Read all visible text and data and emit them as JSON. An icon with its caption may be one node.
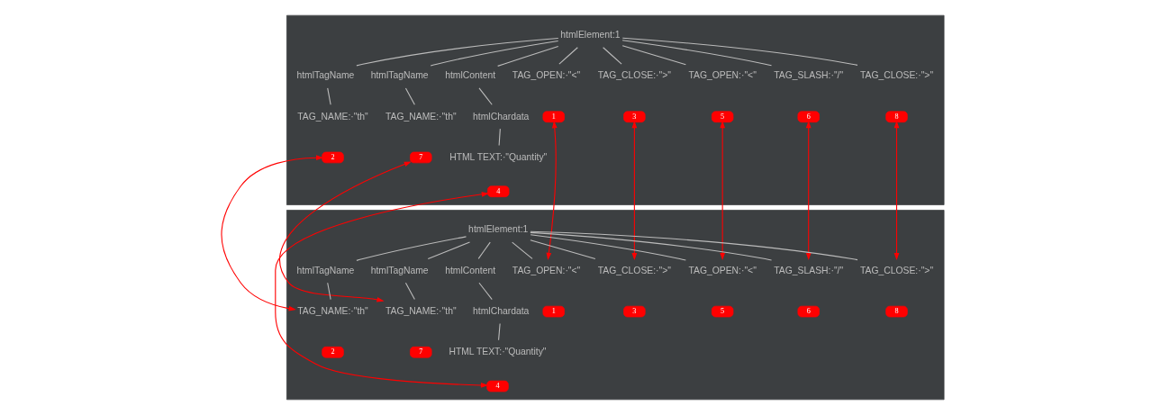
{
  "diagram": {
    "nodes": [
      {
        "text": [],
        "shape": "box"
      },
      {
        "text": [
          "htmlElement:1"
        ],
        "in": 0
      },
      {
        "text": [
          "TAG_OPEN:·\"<\""
        ],
        "in": 0
      },
      {
        "text": [
          "htmlTagName"
        ],
        "in": 0
      },
      {
        "text": [
          "TAG_CLOSE:·\">\""
        ],
        "in": 0
      },
      {
        "text": [
          "htmlContent"
        ],
        "in": 0
      },
      {
        "text": [
          "TAG_OPEN:·\"<\""
        ],
        "in": 0
      },
      {
        "text": [
          "TAG_SLASH:·\"/\""
        ],
        "in": 0
      },
      {
        "text": [
          "htmlTagName"
        ],
        "in": 0
      },
      {
        "text": [
          "TAG_CLOSE:·\">\""
        ],
        "in": 0
      },
      {
        "text": [
          "1"
        ],
        "in": 0
      },
      {
        "text": [
          "TAG_NAME:·\"th\""
        ],
        "in": 0
      },
      {
        "text": [
          "3"
        ],
        "in": 0
      },
      {
        "text": [
          "htmlChardata"
        ],
        "in": 0
      },
      {
        "text": [
          "5"
        ],
        "in": 0
      },
      {
        "text": [
          "6"
        ],
        "in": 0
      },
      {
        "text": [
          "TAG_NAME:·\"th\""
        ],
        "in": 0
      },
      {
        "text": [
          "8"
        ],
        "in": 0
      },
      {
        "text": [
          "2"
        ],
        "in": 0
      },
      {
        "text": [
          "7"
        ],
        "in": 0
      },
      {
        "text": [
          "HTML TEXT:·\"Quantity\""
        ],
        "in": 0
      },
      {
        "text": [
          "4"
        ],
        "in": 0
      },
      {
        "text": [],
        "shape": "box"
      },
      {
        "text": [
          "htmlElement:1"
        ],
        "in": 22
      },
      {
        "text": [
          "TAG_OPEN:·\"<\""
        ],
        "in": 22
      },
      {
        "text": [
          "htmlTagName"
        ],
        "in": 22
      },
      {
        "text": [
          "TAG_CLOSE:·\">\""
        ],
        "in": 22
      },
      {
        "text": [
          "htmlContent"
        ],
        "in": 22
      },
      {
        "text": [
          "TAG_OPEN:·\"<\""
        ],
        "in": 22
      },
      {
        "text": [
          "TAG_SLASH:·\"/\""
        ],
        "in": 22
      },
      {
        "text": [
          "htmlTagName"
        ],
        "in": 22
      },
      {
        "text": [
          "TAG_CLOSE:·\">\""
        ],
        "in": 22
      },
      {
        "text": [
          "1"
        ],
        "in": 22
      },
      {
        "text": [
          "TAG_NAME:·\"th\""
        ],
        "in": 22
      },
      {
        "text": [
          "3"
        ],
        "in": 22
      },
      {
        "text": [
          "htmlChardata"
        ],
        "in": 22
      },
      {
        "text": [
          "5"
        ],
        "in": 22
      },
      {
        "text": [
          "6"
        ],
        "in": 22
      },
      {
        "text": [
          "TAG_NAME:·\"th\""
        ],
        "in": 22
      },
      {
        "text": [
          "8"
        ],
        "in": 22
      },
      {
        "text": [
          "2"
        ],
        "in": 22
      },
      {
        "text": [
          "7"
        ],
        "in": 22
      },
      {
        "text": [
          "HTML TEXT:·\"Quantity\""
        ],
        "in": 22
      },
      {
        "text": [
          "4"
        ],
        "in": 22
      }
    ],
    "edges": [
      {
        "from": 1,
        "to": 2,
        "arrow": "none"
      },
      {
        "from": 1,
        "to": 3,
        "arrow": "none"
      },
      {
        "from": 1,
        "to": 4,
        "arrow": "none"
      },
      {
        "from": 1,
        "to": 5,
        "arrow": "none"
      },
      {
        "from": 1,
        "to": 6,
        "arrow": "none"
      },
      {
        "from": 1,
        "to": 7,
        "arrow": "none"
      },
      {
        "from": 1,
        "to": 8,
        "arrow": "none"
      },
      {
        "from": 1,
        "to": 9,
        "arrow": "none"
      },
      {
        "from": 3,
        "to": 11,
        "arrow": "none"
      },
      {
        "from": 5,
        "to": 13,
        "arrow": "none"
      },
      {
        "from": 8,
        "to": 16,
        "arrow": "none"
      },
      {
        "from": 13,
        "to": 20,
        "arrow": "none"
      },
      {
        "from": 23,
        "to": 24,
        "arrow": "none"
      },
      {
        "from": 23,
        "to": 25,
        "arrow": "none"
      },
      {
        "from": 23,
        "to": 26,
        "arrow": "none"
      },
      {
        "from": 23,
        "to": 27,
        "arrow": "none"
      },
      {
        "from": 23,
        "to": 28,
        "arrow": "none"
      },
      {
        "from": 23,
        "to": 29,
        "arrow": "none"
      },
      {
        "from": 23,
        "to": 30,
        "arrow": "none"
      },
      {
        "from": 23,
        "to": 31,
        "arrow": "none"
      },
      {
        "from": 25,
        "to": 33,
        "arrow": "none"
      },
      {
        "from": 27,
        "to": 35,
        "arrow": "none"
      },
      {
        "from": 30,
        "to": 38,
        "arrow": "none"
      },
      {
        "from": 35,
        "to": 42,
        "arrow": "none"
      },
      {
        "from": 10,
        "to": 24,
        "arrow": "both",
        "color": "#ff0000"
      },
      {
        "from": 18,
        "to": 33,
        "arrow": "both",
        "color": "#ff0000"
      },
      {
        "from": 12,
        "to": 26,
        "arrow": "both",
        "color": "#ff0000"
      },
      {
        "from": 21,
        "to": 43,
        "arrow": "both",
        "color": "#ff0000"
      },
      {
        "from": 14,
        "to": 28,
        "arrow": "both",
        "color": "#ff0000"
      },
      {
        "from": 15,
        "to": 29,
        "arrow": "both",
        "color": "#ff0000"
      },
      {
        "from": 19,
        "to": 38,
        "arrow": "both",
        "color": "#ff0000"
      },
      {
        "from": 17,
        "to": 31,
        "arrow": "both",
        "color": "#ff0000"
      }
    ]
  }
}
